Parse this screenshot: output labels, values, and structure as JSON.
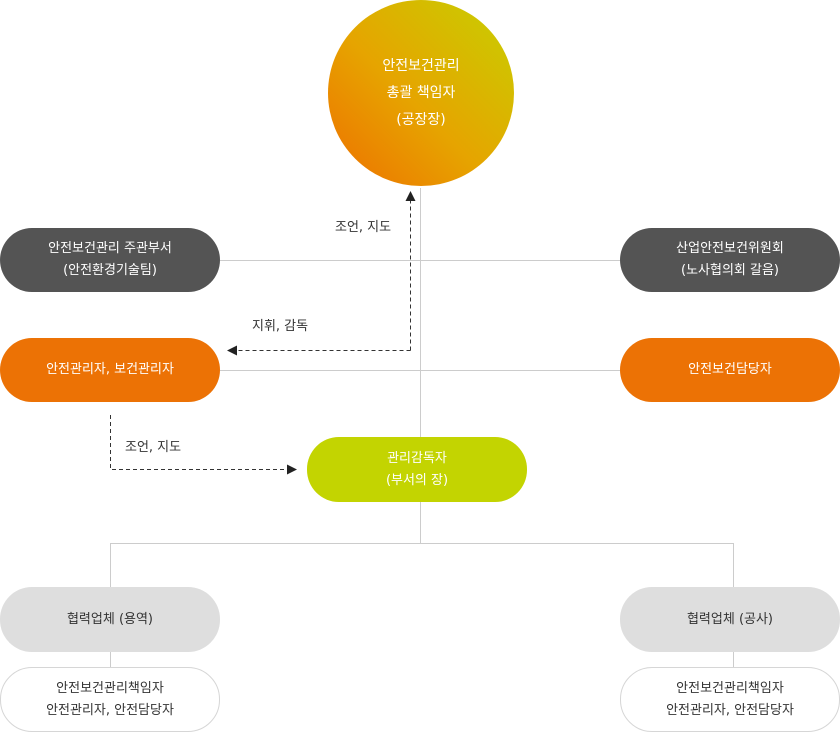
{
  "top": {
    "line1": "안전보건관리",
    "line2": "총괄 책임자",
    "line3": "(공장장)"
  },
  "left_dept": {
    "line1": "안전보건관리 주관부서",
    "line2": "(안전환경기술팀)"
  },
  "right_committee": {
    "line1": "산업안전보건위원회",
    "line2": "(노사협의회 갈음)"
  },
  "safety_manager": {
    "line1": "안전관리자, 보건관리자"
  },
  "safety_officer": {
    "line1": "안전보건담당자"
  },
  "supervisor": {
    "line1": "관리감독자",
    "line2": "(부서의 장)"
  },
  "partner_left": {
    "line1": "협력업체 (용역)"
  },
  "partner_left_roles": {
    "line1": "안전보건관리책임자",
    "line2": "안전관리자, 안전담당자"
  },
  "partner_right": {
    "line1": "협력업체 (공사)"
  },
  "partner_right_roles": {
    "line1": "안전보건관리책임자",
    "line2": "안전관리자, 안전담당자"
  },
  "labels": {
    "advice_top": "조언, 지도",
    "command": "지휘, 감독",
    "advice_bottom": "조언, 지도"
  },
  "colors": {
    "dark": "#545454",
    "orange": "#ec7205",
    "lime": "#c3d401",
    "grey": "#dedede",
    "line": "#cccccc",
    "dash": "#333333"
  }
}
